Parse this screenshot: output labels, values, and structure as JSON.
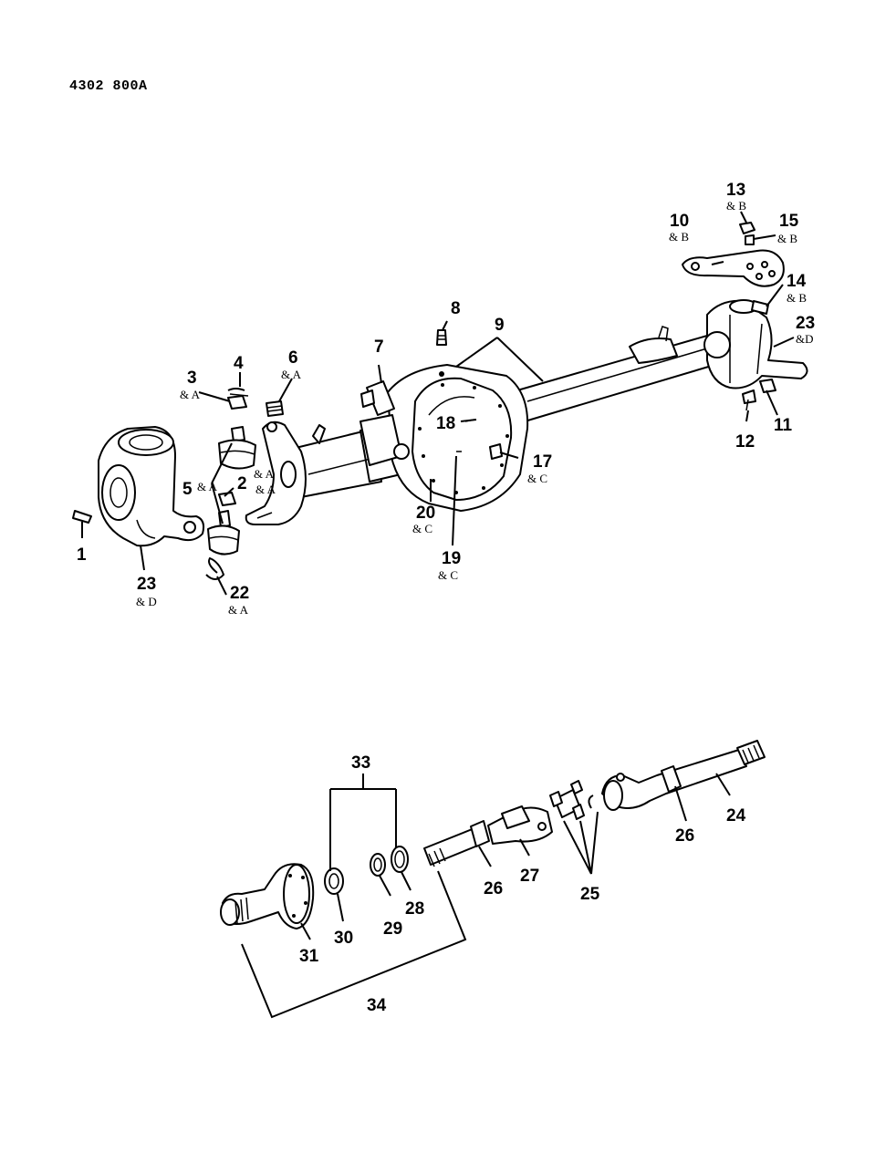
{
  "document": {
    "id": "4302 800A"
  },
  "callouts": [
    {
      "key": "c1",
      "num": "1",
      "sub": ""
    },
    {
      "key": "c2",
      "num": "2",
      "sub": ""
    },
    {
      "key": "c3",
      "num": "3",
      "sub": "& A"
    },
    {
      "key": "c4",
      "num": "4",
      "sub": ""
    },
    {
      "key": "c5",
      "num": "5",
      "sub": "& A"
    },
    {
      "key": "c6",
      "num": "6",
      "sub": "& A"
    },
    {
      "key": "c7",
      "num": "7",
      "sub": ""
    },
    {
      "key": "c8",
      "num": "8",
      "sub": ""
    },
    {
      "key": "c9",
      "num": "9",
      "sub": ""
    },
    {
      "key": "c10",
      "num": "10",
      "sub": "& B"
    },
    {
      "key": "c11",
      "num": "11",
      "sub": ""
    },
    {
      "key": "c12",
      "num": "12",
      "sub": ""
    },
    {
      "key": "c13",
      "num": "13",
      "sub": "& B"
    },
    {
      "key": "c14",
      "num": "14",
      "sub": "& B"
    },
    {
      "key": "c15",
      "num": "15",
      "sub": "& B"
    },
    {
      "key": "c17",
      "num": "17",
      "sub": "& C"
    },
    {
      "key": "c18",
      "num": "18",
      "sub": ""
    },
    {
      "key": "c19",
      "num": "19",
      "sub": "& C"
    },
    {
      "key": "c20",
      "num": "20",
      "sub": "& C"
    },
    {
      "key": "c22",
      "num": "22",
      "sub": "& A"
    },
    {
      "key": "c23L",
      "num": "23",
      "sub": "& D"
    },
    {
      "key": "c23R",
      "num": "23",
      "sub": "&D"
    },
    {
      "key": "c24",
      "num": "24",
      "sub": ""
    },
    {
      "key": "c25",
      "num": "25",
      "sub": ""
    },
    {
      "key": "c26a",
      "num": "26",
      "sub": ""
    },
    {
      "key": "c26b",
      "num": "26",
      "sub": ""
    },
    {
      "key": "c27",
      "num": "27",
      "sub": ""
    },
    {
      "key": "c28",
      "num": "28",
      "sub": ""
    },
    {
      "key": "c29",
      "num": "29",
      "sub": ""
    },
    {
      "key": "c30",
      "num": "30",
      "sub": ""
    },
    {
      "key": "c31",
      "num": "31",
      "sub": ""
    },
    {
      "key": "c33",
      "num": "33",
      "sub": ""
    },
    {
      "key": "c34",
      "num": "34",
      "sub": ""
    }
  ],
  "extra_labels": {
    "c2_side_a": "& A",
    "c5_side_a": "& A"
  }
}
